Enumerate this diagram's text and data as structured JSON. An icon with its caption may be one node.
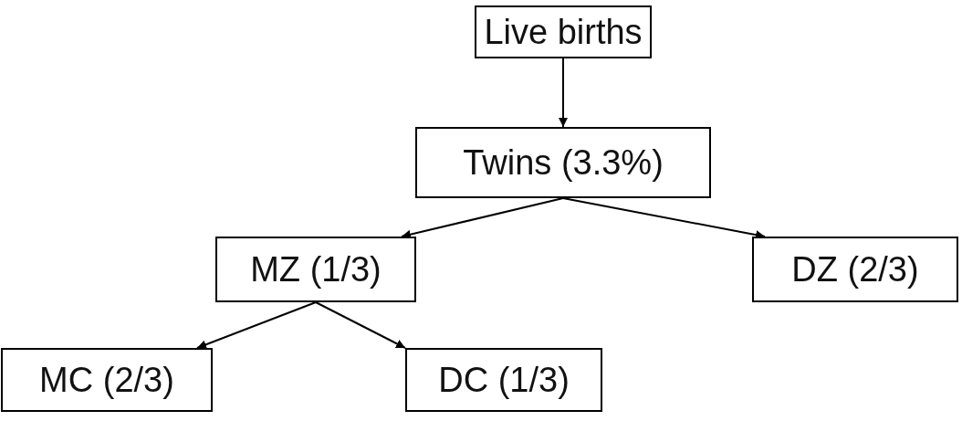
{
  "diagram": {
    "nodes": [
      {
        "text": [
          "Live births"
        ]
      },
      {
        "text": [
          "Twins (3.3%)"
        ]
      },
      {
        "text": [
          "MZ (1/3)"
        ]
      },
      {
        "text": [
          "DZ (2/3)"
        ]
      },
      {
        "text": [
          "MC (2/3)"
        ]
      },
      {
        "text": [
          "DC (1/3)"
        ]
      }
    ],
    "edges": [
      {
        "from": 0,
        "to": 1,
        "arrow": "to"
      },
      {
        "from": 1,
        "to": 2,
        "arrow": "to"
      },
      {
        "from": 1,
        "to": 3,
        "arrow": "to"
      },
      {
        "from": 2,
        "to": 4,
        "arrow": "to"
      },
      {
        "from": 2,
        "to": 5,
        "arrow": "to"
      }
    ]
  }
}
